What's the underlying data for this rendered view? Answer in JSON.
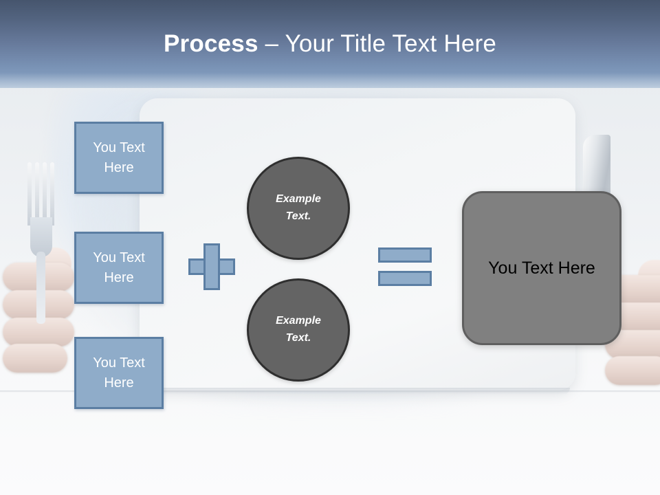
{
  "slide": {
    "title": {
      "strong": "Process",
      "dash": " – ",
      "rest": "Your Title Text Here"
    },
    "inputs": [
      {
        "label": "You Text Here"
      },
      {
        "label": "You Text Here"
      },
      {
        "label": "You Text Here"
      }
    ],
    "operators": {
      "plus": "+",
      "equals": "="
    },
    "circles": [
      {
        "line1": "Example",
        "line2": "Text."
      },
      {
        "line1": "Example",
        "line2": "Text."
      }
    ],
    "result": {
      "label": "You Text Here"
    },
    "colors": {
      "title_gradient_top": "#46556d",
      "title_gradient_bottom": "#8da7c6",
      "accent_blue_fill": "#8facc9",
      "accent_blue_border": "#5b7ea3",
      "circle_fill": "#646464",
      "circle_border": "#2f2f2f",
      "result_fill": "#808080",
      "result_border": "#5f5f5f",
      "title_text": "#ffffff",
      "box_text": "#ffffff",
      "result_text": "#000000",
      "background": "#f2f3f5"
    },
    "background_photo": {
      "description": "person holding fork and knife behind a white board",
      "objects": [
        "fork-icon",
        "knife-icon",
        "left-hand",
        "right-hand",
        "white-board"
      ]
    }
  }
}
